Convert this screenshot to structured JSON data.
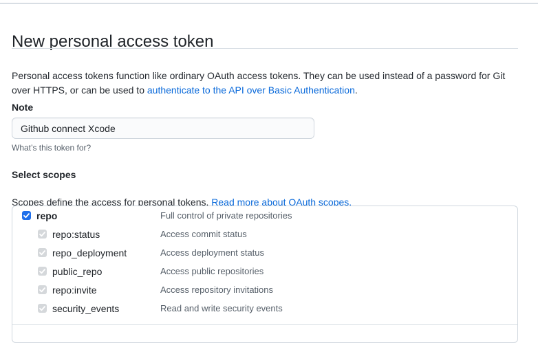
{
  "header": {
    "title": "New personal access token"
  },
  "intro": {
    "text": "Personal access tokens function like ordinary OAuth access tokens. They can be used instead of a password for Git over HTTPS, or can be used to ",
    "link_text": "authenticate to the API over Basic Authentication",
    "suffix": "."
  },
  "note": {
    "label": "Note",
    "value": "Github connect Xcode",
    "helper": "What’s this token for?"
  },
  "scopes": {
    "heading": "Select scopes",
    "description": "Scopes define the access for personal tokens. ",
    "link_text": "Read more about OAuth scopes.",
    "items": [
      {
        "name": "repo",
        "description": "Full control of private repositories",
        "checked": true,
        "disabled": false,
        "bold": true,
        "indent": false
      },
      {
        "name": "repo:status",
        "description": "Access commit status",
        "checked": true,
        "disabled": true,
        "bold": false,
        "indent": true
      },
      {
        "name": "repo_deployment",
        "description": "Access deployment status",
        "checked": true,
        "disabled": true,
        "bold": false,
        "indent": true
      },
      {
        "name": "public_repo",
        "description": "Access public repositories",
        "checked": true,
        "disabled": true,
        "bold": false,
        "indent": true
      },
      {
        "name": "repo:invite",
        "description": "Access repository invitations",
        "checked": true,
        "disabled": true,
        "bold": false,
        "indent": true
      },
      {
        "name": "security_events",
        "description": "Read and write security events",
        "checked": true,
        "disabled": true,
        "bold": false,
        "indent": true
      }
    ]
  },
  "colors": {
    "accent_blue": "#1f6feb",
    "link_blue": "#0969da",
    "border": "#d0d7de",
    "divider": "#d8dee4",
    "muted_text": "#57606a",
    "disabled_checkbox": "#d5d8db"
  }
}
